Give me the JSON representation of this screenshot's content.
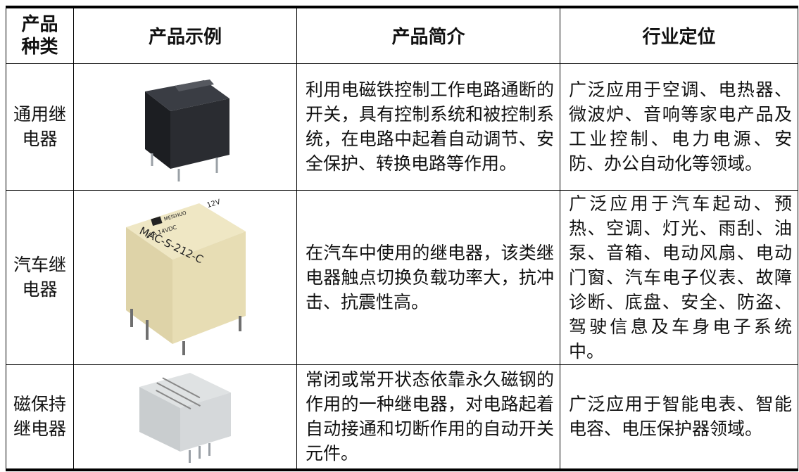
{
  "table": {
    "headers": {
      "category": "产品\n种类",
      "example": "产品示例",
      "description": "产品简介",
      "industry": "行业定位"
    },
    "rows": [
      {
        "category": "通用继\n电器",
        "image_icon": "black-relay-icon",
        "description": "利用电磁铁控制工作电路通断的开关，具有控制系统和被控制系统，在电路中起着自动调节、安全保护、转换电路等作用。",
        "industry": "广泛应用于空调、电热器、微波炉、音响等家电产品及工业控制、电力电源、安防、办公自动化等领域。"
      },
      {
        "category": "汽车继\n电器",
        "image_icon": "automotive-relay-icon",
        "image_text": {
          "brand": "MEISHUO",
          "voltage": "12V",
          "rating": "25A 14VDC",
          "model": "MAC-S-212-C"
        },
        "description": "在汽车中使用的继电器，该类继电器触点切换负载功率大，抗冲击、抗震性高。",
        "industry": "广泛应用于汽车起动、预热、空调、灯光、雨刮、油泵、音箱、电动风扇、电动门窗、汽车电子仪表、故障诊断、底盘、安全、防盗、驾驶信息及车身电子系统中。"
      },
      {
        "category": "磁保持\n继电器",
        "image_icon": "latching-relay-icon",
        "description": "常闭或常开状态依靠永久磁钢的作用的一种继电器，对电路起着自动接通和切断作用的自动开关元件。",
        "industry": "广泛应用于智能电表、智能电容、电压保护器领域。"
      }
    ]
  }
}
